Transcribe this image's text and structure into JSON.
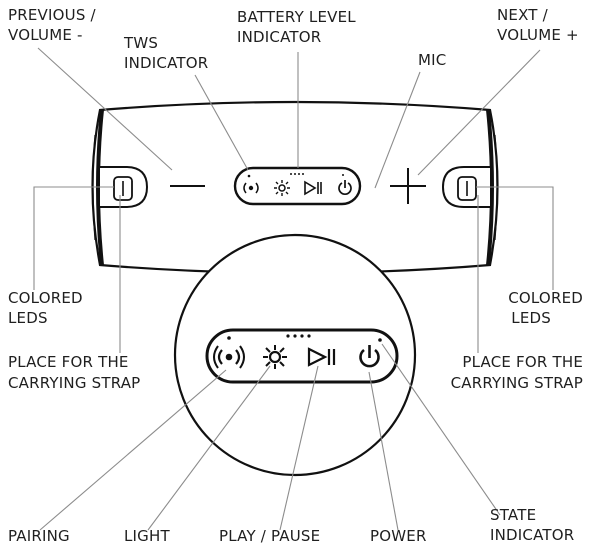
{
  "labels": {
    "previous_volume_line1": "PREVIOUS /",
    "previous_volume_line2": "VOLUME -",
    "tws_line1": "TWS",
    "tws_line2": "INDICATOR",
    "battery_line1": "BATTERY LEVEL",
    "battery_line2": "INDICATOR",
    "mic": "MIC",
    "next_volume_line1": "NEXT /",
    "next_volume_line2": "VOLUME +",
    "colored_leds_left_line1": "COLORED",
    "colored_leds_left_line2": "LEDS",
    "colored_leds_right_line1": "COLORED",
    "colored_leds_right_line2": "LEDS",
    "strap_left_line1": "PLACE FOR THE",
    "strap_left_line2": "CARRYING STRAP",
    "strap_right_line1": "PLACE FOR THE",
    "strap_right_line2": "CARRYING STRAP",
    "pairing": "PAIRING",
    "light": "LIGHT",
    "play_pause": "PLAY / PAUSE",
    "power": "POWER",
    "state_line1": "STATE",
    "state_line2": "INDICATOR"
  },
  "colors": {
    "outline": "#111111",
    "leader_line": "#8c8c8c",
    "text": "#1f1f1f",
    "background": "#ffffff"
  }
}
